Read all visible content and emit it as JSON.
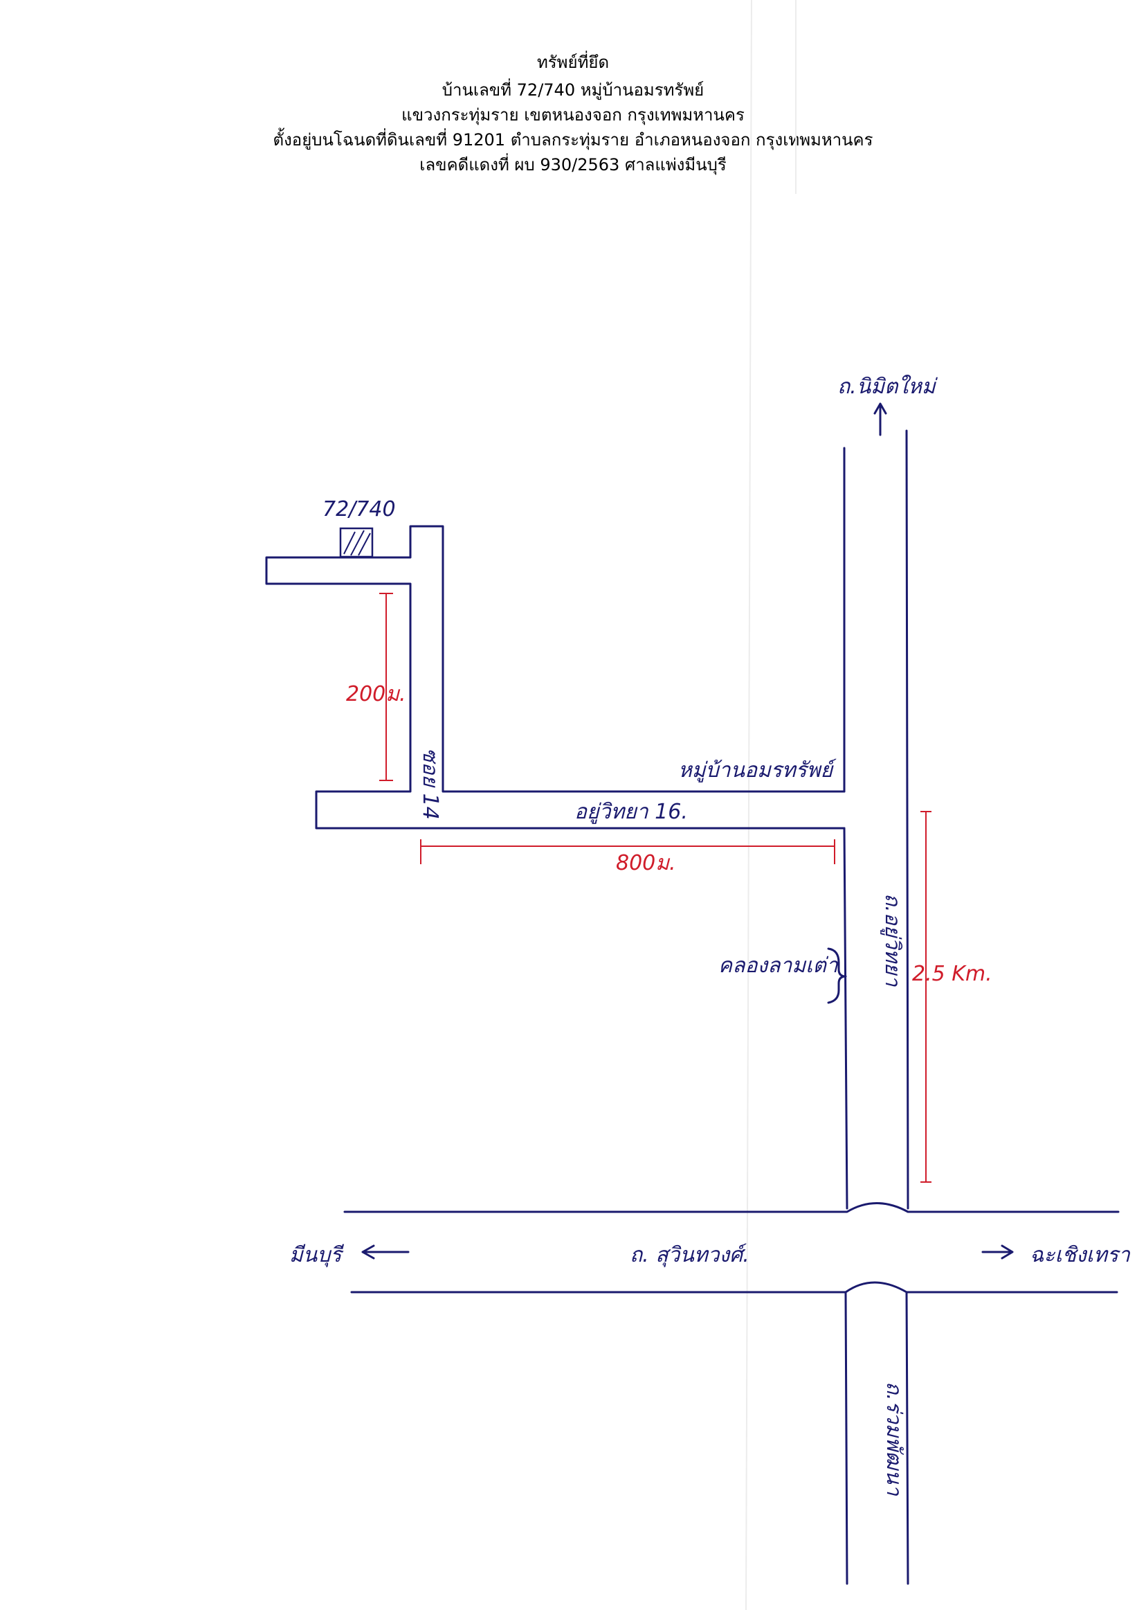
{
  "header": {
    "title": "ทรัพย์ที่ยึด",
    "house_line": "บ้านเลขที่  72/740  หมู่บ้านอมรทรัพย์",
    "district_line": "แขวงกระทุ่มราย เขตหนองจอก กรุงเทพมหานคร",
    "deed_line": "ตั้งอยู่บนโฉนดที่ดินเลขที่ 91201 ตำบลกระทุ่มราย  อำเภอหนองจอก กรุงเทพมหานคร",
    "case_line": "เลขคดีแดงที่ ผบ 930/2563 ศาลแพ่งมีนบุรี"
  },
  "map": {
    "property_label": "72/740",
    "to_nimit_mai": "ถ.นิมิตใหม่",
    "soi_14": "ซอย 14",
    "village_label": "หมู่บ้านอมรทรัพย์",
    "soi_16": "อยู่วิทยา 16.",
    "dist_200": "200ม.",
    "dist_800": "800ม.",
    "dist_25km": "2.5 Km.",
    "khlong_label": "คลองลามเต่า",
    "road_yu_witthaya": "ถ.อยู่วิทยา",
    "road_suwinthawong": "ถ. สุวินทวงศ์.",
    "to_min_buri": "มีนบุรี",
    "to_chachoengsao": "ฉะเชิงเทรา",
    "road_ruam_pattana": "ถ.ร่วมพัฒนา",
    "colors": {
      "ink": "#1a1a6e",
      "red_ink": "#d01c2a"
    }
  }
}
